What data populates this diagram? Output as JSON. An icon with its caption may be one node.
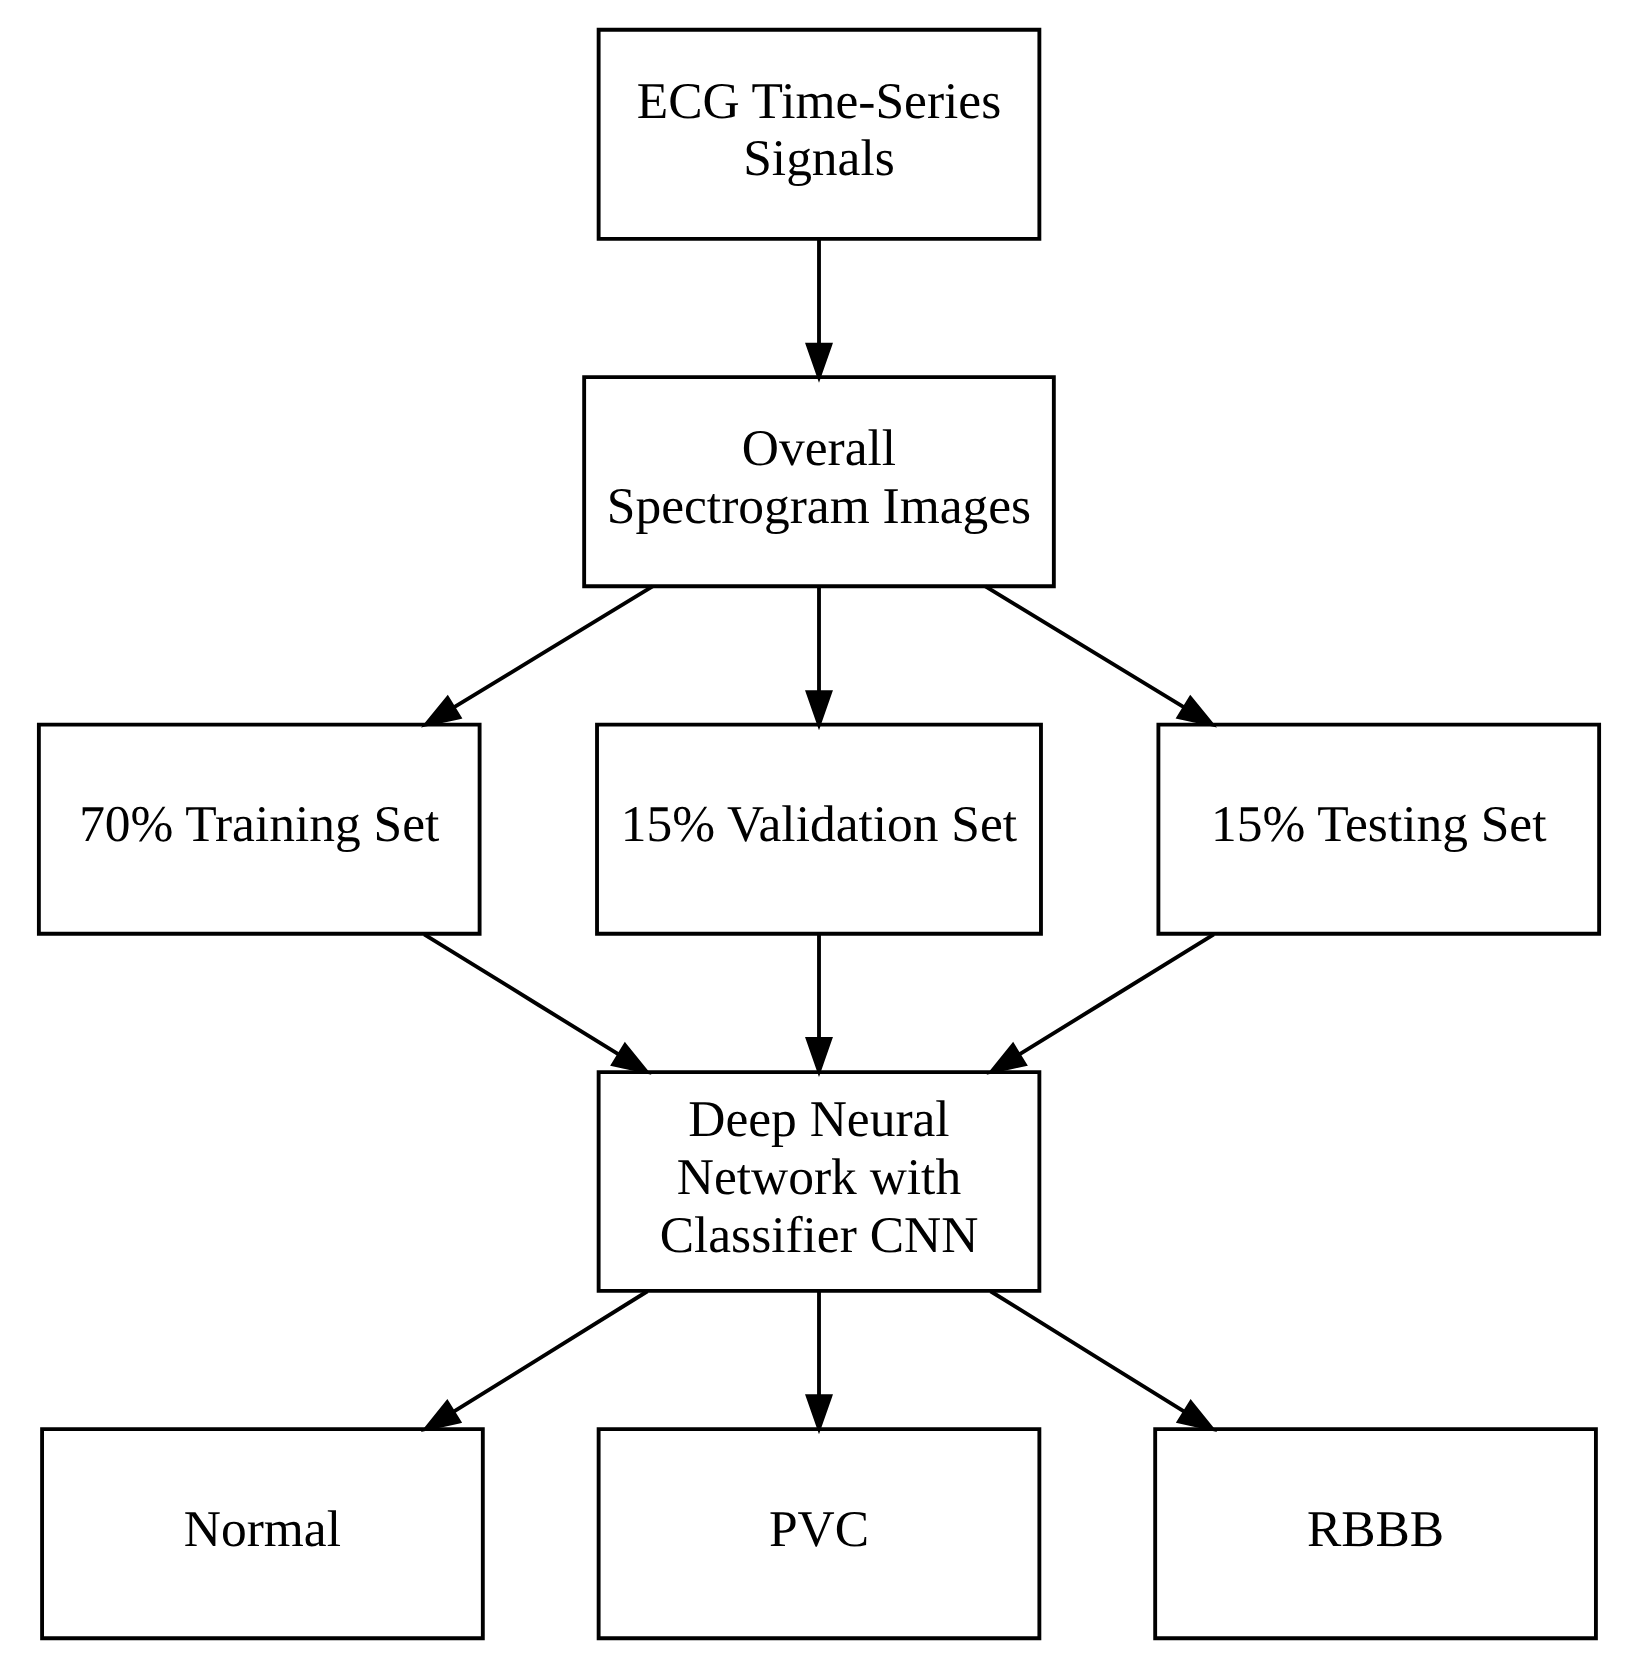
{
  "diagram": {
    "nodes": [
      {
        "text": [
          "ECG Time-Series Signals"
        ]
      },
      {
        "text": [
          "Overall Spectrogram Images"
        ]
      },
      {
        "text": [
          "70% Training Set"
        ]
      },
      {
        "text": [
          "15% Validation Set"
        ]
      },
      {
        "text": [
          "15% Testing Set"
        ]
      },
      {
        "text": [
          "Deep Neural Network with Classifier CNN"
        ]
      },
      {
        "text": [
          "Normal"
        ]
      },
      {
        "text": [
          "PVC"
        ]
      },
      {
        "text": [
          "RBBB"
        ]
      }
    ],
    "edges": [
      {
        "from": 0,
        "to": 1,
        "arrow": "to"
      },
      {
        "from": 1,
        "to": 2,
        "arrow": "to"
      },
      {
        "from": 1,
        "to": 3,
        "arrow": "to"
      },
      {
        "from": 1,
        "to": 4,
        "arrow": "to"
      },
      {
        "from": 2,
        "to": 5,
        "arrow": "to"
      },
      {
        "from": 3,
        "to": 5,
        "arrow": "to"
      },
      {
        "from": 4,
        "to": 5,
        "arrow": "to"
      },
      {
        "from": 5,
        "to": 6,
        "arrow": "to"
      },
      {
        "from": 5,
        "to": 7,
        "arrow": "to"
      },
      {
        "from": 5,
        "to": 8,
        "arrow": "to"
      }
    ]
  }
}
